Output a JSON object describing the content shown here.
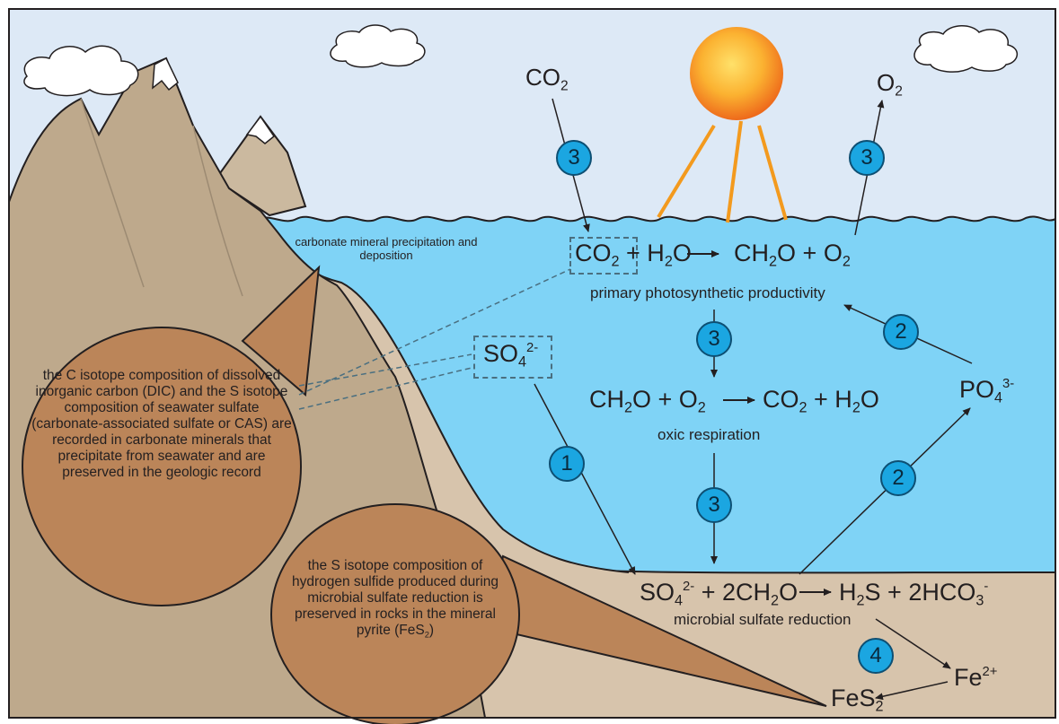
{
  "labels": {
    "co2_atm": "CO",
    "co2_atm_sub": "2",
    "o2_atm": "O",
    "o2_atm_sub": "2",
    "carbonate_caption": "carbonate mineral precipitation and deposition",
    "photosynthesis_eq": {
      "co2": "CO",
      "co2_sub": "2",
      "plus_h2o": "+ H",
      "h2o_sub": "2",
      "h2o_o": "O",
      "ch2o": "CH",
      "ch2o_sub": "2",
      "ch2o_o": "O",
      "plus_o2": "+ O",
      "o2_sub": "2"
    },
    "photosynthesis_caption": "primary photosynthetic productivity",
    "so4_box": "SO",
    "so4_box_sub": "4",
    "so4_box_sup": "2-",
    "respiration_eq": {
      "ch2o": "CH",
      "ch2o_sub": "2",
      "ch2o_rest": "O + O",
      "o2_sub": "2",
      "co2": "CO",
      "co2_sub": "2",
      "h2o": "+ H",
      "h2o_sub": "2",
      "h2o_o": "O"
    },
    "respiration_caption": "oxic respiration",
    "po4": "PO",
    "po4_sub": "4",
    "po4_sup": "3-",
    "sulfate_eq": {
      "so4": "SO",
      "so4_sub": "4",
      "so4_sup": "2-",
      "ch2o": "+ 2CH",
      "ch2o_sub": "2",
      "ch2o_o": "O",
      "h2s": "H",
      "h2s_sub": "2",
      "h2s_s": "S",
      "hco3": "+ 2HCO",
      "hco3_sub": "3",
      "hco3_sup": "-"
    },
    "sulfate_caption": "microbial sulfate reduction",
    "fe": "Fe",
    "fe_sup": "2+",
    "fes2": "FeS",
    "fes2_sub": "2"
  },
  "bubbles": {
    "c_isotope": "the C isotope composition of dissolved inorganic carbon (DIC) and the S isotope composition of seawater sulfate (carbonate-associated sulfate or CAS) are recorded in carbonate minerals that precipitate from seawater and are preserved in the geologic record",
    "s_isotope_main": "the S isotope composition of hydrogen sulfide produced during microbial sulfate reduction is preserved in rocks in the mineral pyrite (FeS",
    "s_isotope_sub": "2",
    "s_isotope_end": ")"
  },
  "badges": {
    "b3_atm_left": "3",
    "b3_atm_right": "3",
    "b3_mid_top": "3",
    "b2_upper": "2",
    "b1": "1",
    "b3_mid_bottom": "3",
    "b2_lower": "2",
    "b4": "4"
  },
  "colors": {
    "sky": "#dde9f6",
    "ocean": "#7fd3f6",
    "mountain": "#bea98c",
    "seafloor": "#d7c4ac",
    "bubble": "#bb8559",
    "sun": "#f39a1e",
    "badge": "#1ba6e1"
  }
}
